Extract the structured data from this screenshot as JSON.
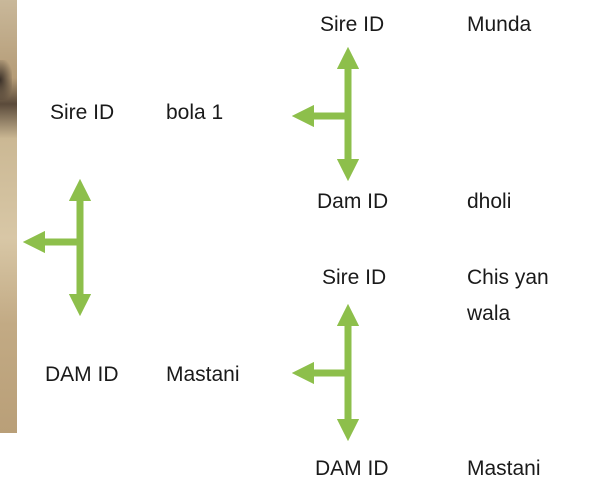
{
  "pedigree": {
    "sire": {
      "label": "Sire ID",
      "name": "bola 1"
    },
    "dam": {
      "label": "DAM ID",
      "name": "Mastani"
    },
    "sire_sire": {
      "label": "Sire ID",
      "name": "Munda"
    },
    "sire_dam": {
      "label": "Dam ID",
      "name": "dholi"
    },
    "dam_sire": {
      "label": "Sire ID",
      "name": "Chis  yan wala"
    },
    "dam_dam": {
      "label": "DAM ID",
      "name": "Mastani"
    }
  },
  "colors": {
    "arrow": "#8dbf4b",
    "photo": "#c9b89a"
  }
}
